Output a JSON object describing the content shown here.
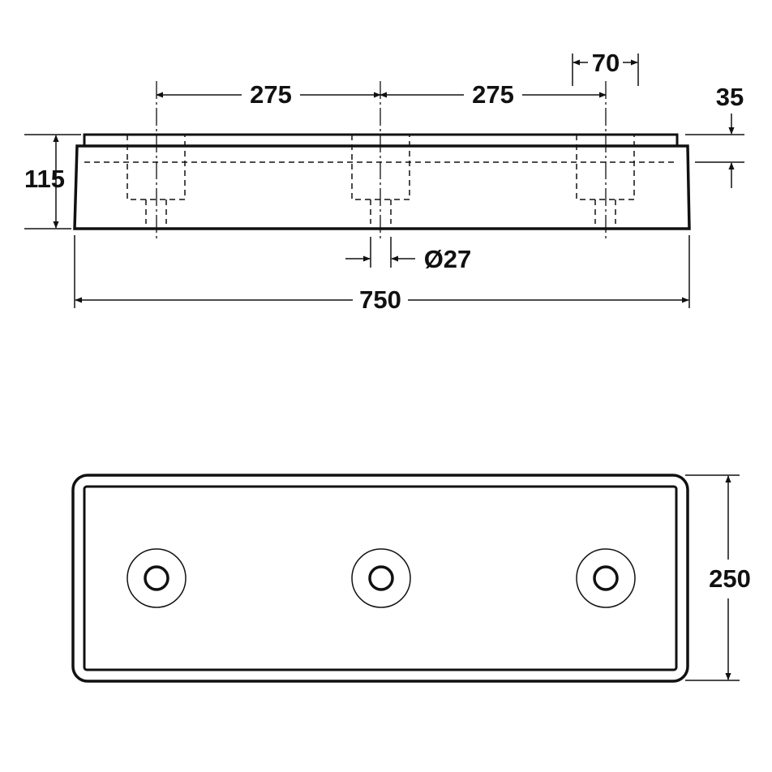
{
  "dimensions": {
    "spacing_left": "275",
    "spacing_right": "275",
    "counterbore": "70",
    "top_step": "35",
    "height": "115",
    "hole_diameter": "Ø27",
    "length": "750",
    "width": "250"
  },
  "colors": {
    "line": "#111111",
    "background": "#ffffff"
  }
}
